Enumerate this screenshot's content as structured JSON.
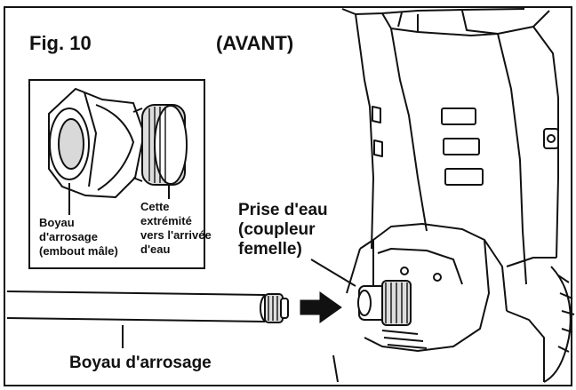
{
  "figure": {
    "number": "Fig. 10",
    "view": "(AVANT)"
  },
  "inset": {
    "hose_end_label": "Boyau\nd'arrosage\n(embout mâle)",
    "inlet_end_label": "Cette\nextrémité\nvers l'arrivée\nd'eau"
  },
  "callouts": {
    "water_inlet": "Prise d'eau\n(coupleur\nfemelle)",
    "garden_hose": "Boyau d'arrosage"
  },
  "colors": {
    "ink": "#111111",
    "paper": "#ffffff",
    "shade": "#d9d9d9"
  },
  "icons": {
    "direction_arrow": "arrow-right-icon"
  }
}
